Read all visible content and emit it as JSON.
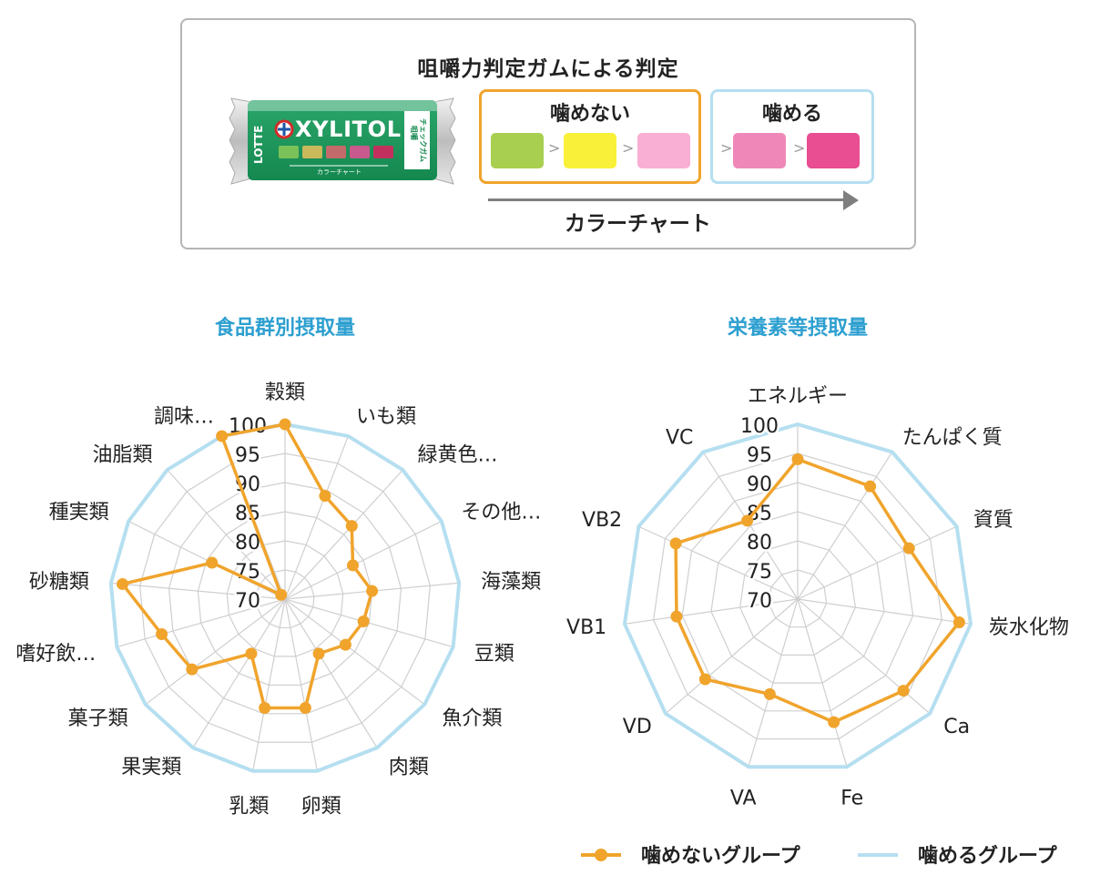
{
  "header": {
    "title": "咀嚼力判定ガムによる判定",
    "gum_brand": "XYLITOL",
    "gum_maker": "LOTTE",
    "gum_side": [
      "咀嚼",
      "チェックガム"
    ],
    "gum_strip": "カラーチャート",
    "group_cannot": "噛めない",
    "group_can": "噛める",
    "arrow_label": "カラーチャート",
    "colors_cannot": [
      "#a8cf4f",
      "#f9f03a",
      "#f9aed3"
    ],
    "colors_can": [
      "#ef88b8",
      "#e84e91"
    ],
    "border_cannot": "#f0a42c",
    "border_can": "#b5dff0"
  },
  "legend": {
    "cannot_label": "噛めないグループ",
    "can_label": "噛めるグループ",
    "cannot_color": "#f0a42c",
    "can_color": "#b5dff0"
  },
  "chart_data": [
    {
      "type": "radar",
      "title": "食品群別摂取量",
      "rmin": 70,
      "rmax": 100,
      "ticks": [
        70,
        75,
        80,
        85,
        90,
        95,
        100
      ],
      "categories": [
        "穀類",
        "いも類",
        "緑黄色…",
        "その他…",
        "海藻類",
        "豆類",
        "魚介類",
        "肉類",
        "卵類",
        "乳類",
        "果実類",
        "菓子類",
        "嗜好飲…",
        "砂糖類",
        "種実類",
        "油脂類",
        "調味…"
      ],
      "series": [
        {
          "name": "噛めないグループ",
          "values": [
            100,
            89,
            87,
            83,
            85,
            84,
            83,
            81,
            89,
            89,
            81,
            90,
            92,
            98,
            84,
            71,
            100
          ]
        },
        {
          "name": "噛めるグループ",
          "values": [
            100,
            100,
            100,
            100,
            100,
            100,
            100,
            100,
            100,
            100,
            100,
            100,
            100,
            100,
            100,
            100,
            100
          ]
        }
      ]
    },
    {
      "type": "radar",
      "title": "栄養素等摂取量",
      "rmin": 70,
      "rmax": 100,
      "ticks": [
        70,
        75,
        80,
        85,
        90,
        95,
        100
      ],
      "categories": [
        "エネルギー",
        "たんぱく質",
        "資質",
        "炭水化物",
        "Ca",
        "Fe",
        "VA",
        "VD",
        "VB1",
        "VB2",
        "VC"
      ],
      "series": [
        {
          "name": "噛めないグループ",
          "values": [
            94,
            93,
            91,
            98,
            94,
            92,
            87,
            91,
            91,
            93,
            86
          ]
        },
        {
          "name": "噛めるグループ",
          "values": [
            100,
            100,
            100,
            100,
            100,
            100,
            100,
            100,
            100,
            100,
            100
          ]
        }
      ]
    }
  ]
}
